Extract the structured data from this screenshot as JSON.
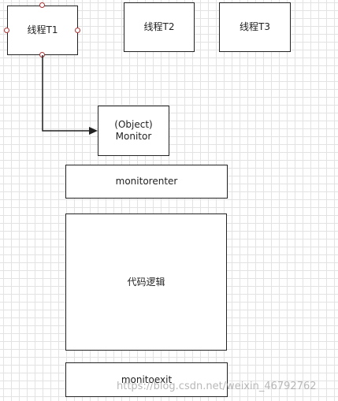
{
  "diagram": {
    "threads": [
      {
        "label": "线程T1"
      },
      {
        "label": "线程T2"
      },
      {
        "label": "线程T3"
      }
    ],
    "monitor": {
      "label": "(Object)\nMonitor"
    },
    "monitorenter": {
      "label": "monitorenter"
    },
    "code_logic": {
      "label": "代码逻辑"
    },
    "monitorexit": {
      "label": "monitoexit"
    }
  },
  "watermark": "https://blog.csdn.net/weixin_46792762",
  "colors": {
    "stroke": "#222222",
    "selection_handle": "#aa3333",
    "grid": "#e3e3e3"
  }
}
